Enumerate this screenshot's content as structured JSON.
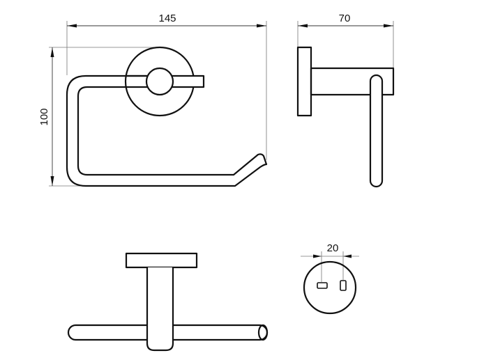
{
  "drawing": {
    "front_view": {
      "width_dim": "145",
      "height_dim": "100"
    },
    "side_view": {
      "depth_dim": "70"
    },
    "rosette_view": {
      "hole_spacing_dim": "20"
    }
  },
  "colors": {
    "line": "#111111",
    "background": "#ffffff"
  }
}
